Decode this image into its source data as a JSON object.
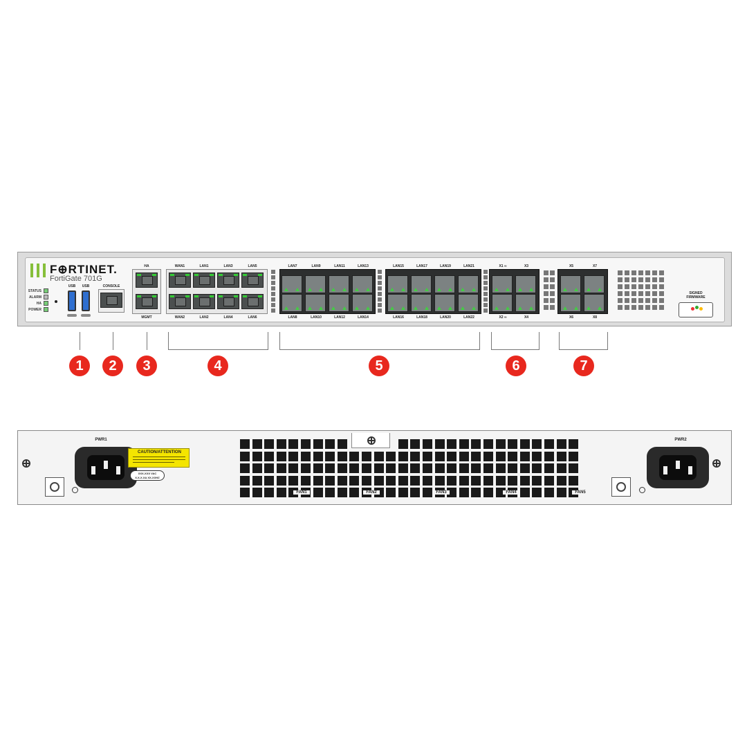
{
  "front": {
    "brand": "F⊕RTINET.",
    "model": "FortiGate 701G",
    "leds": [
      "STATUS",
      "ALARM",
      "HA",
      "POWER"
    ],
    "usb_labels": [
      "USB",
      "USB"
    ],
    "console_label": "CONSOLE",
    "ha_label": "HA",
    "mgmt_label": "MGMT",
    "rj_top_labels": [
      "WAN1",
      "LAN1",
      "LAN3",
      "LAN5"
    ],
    "rj_bottom_labels": [
      "WAN2",
      "LAN2",
      "LAN4",
      "LAN6"
    ],
    "sfp1_top_labels": [
      "LAN7",
      "LAN9",
      "LAN11",
      "LAN13"
    ],
    "sfp1_bottom_labels": [
      "LAN8",
      "LAN10",
      "LAN12",
      "LAN14"
    ],
    "sfp2_top_labels": [
      "LAN15",
      "LAN17",
      "LAN19",
      "LAN21"
    ],
    "sfp2_bottom_labels": [
      "LAN16",
      "LAN18",
      "LAN20",
      "LAN22"
    ],
    "x_top_labels": [
      "X1 ∞",
      "X3"
    ],
    "x_bottom_labels": [
      "X2 ∞",
      "X4"
    ],
    "x2_top_labels": [
      "X5",
      "X7"
    ],
    "x2_bottom_labels": [
      "X6",
      "X8"
    ],
    "signed_firmware": "SIGNED FIRMWARE"
  },
  "callouts": [
    "1",
    "2",
    "3",
    "4",
    "5",
    "6",
    "7"
  ],
  "back": {
    "pwr1": "PWR1",
    "pwr2": "PWR2",
    "caution_title": "CAUTION/ATTENTION",
    "rating_1": "XXX-XXX VAC",
    "rating_2": "X.X-X.XA XX-XXHZ",
    "fans": [
      "FAN1",
      "FAN2",
      "FAN3",
      "FAN4",
      "FAN5"
    ]
  }
}
